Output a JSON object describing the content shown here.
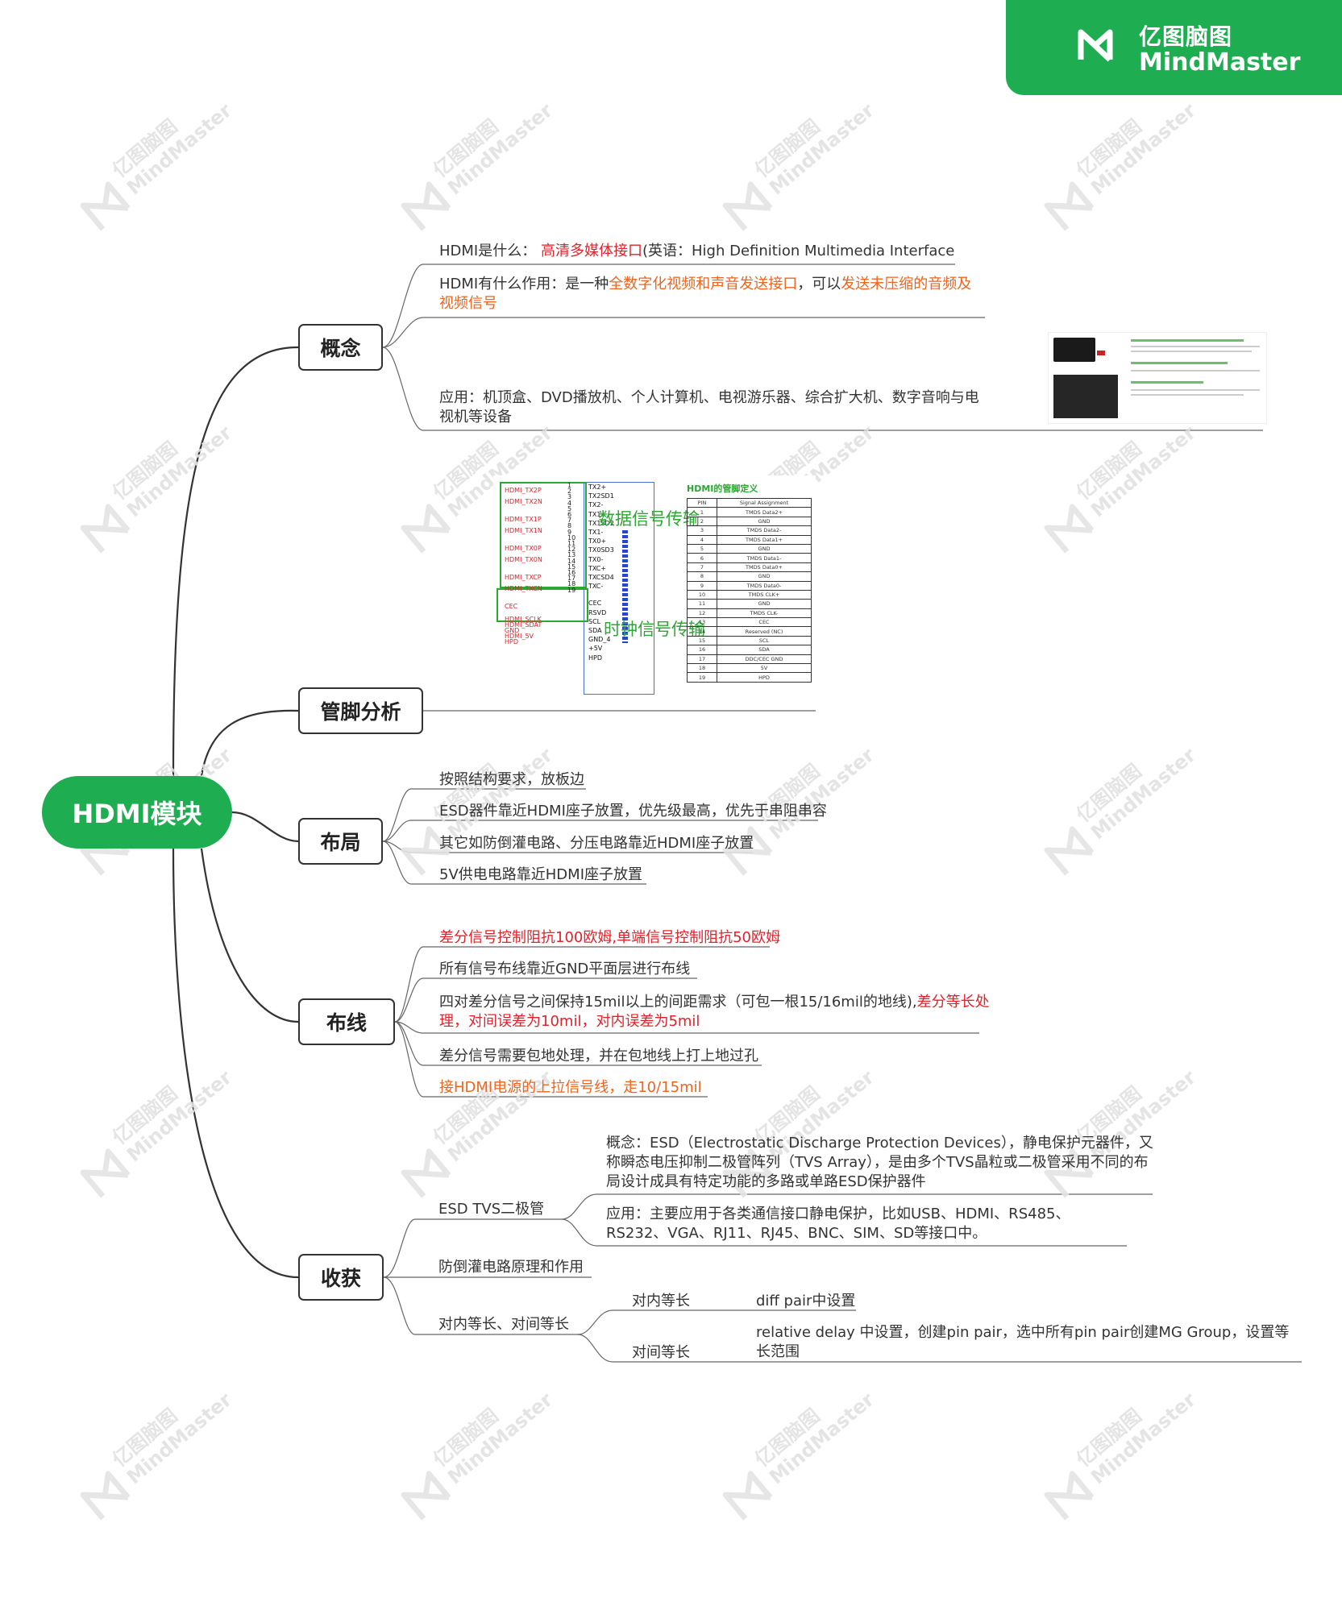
{
  "brand": {
    "name_cn": "亿图脑图",
    "name_en": "MindMaster",
    "colors": {
      "accent": "#1fad52",
      "red": "#e5202a",
      "orange": "#f0641e",
      "figure_green": "#2aa832"
    }
  },
  "watermark": {
    "line1": "亿图脑图",
    "line2": "MindMaster",
    "icon": "mindmaster-logo-icon"
  },
  "root": {
    "label": "HDMI模块"
  },
  "concept": {
    "label": "概念",
    "what_prefix": "HDMI是什么：",
    "what_highlight": "高清多媒体接口",
    "what_suffix": "(英语：High Definition Multimedia Interface",
    "use_prefix": "HDMI有什么作用：是一种",
    "use_hl1": "全数字化视频和声音发送接口",
    "use_mid": "，可以",
    "use_hl2": "发送未压缩的音频及视频信号",
    "apps": "应用：机顶盒、DVD播放机、个人计算机、电视游乐器、综合扩大机、数字音响与电视机等设备"
  },
  "pins": {
    "label": "管脚分析",
    "table_title": "HDMI的管脚定义",
    "header_pin": "PIN",
    "header_sig": "Signal Assignment",
    "rows": [
      [
        "1",
        "TMDS Data2+"
      ],
      [
        "2",
        "GND"
      ],
      [
        "3",
        "TMDS Data2-"
      ],
      [
        "4",
        "TMDS Data1+"
      ],
      [
        "5",
        "GND"
      ],
      [
        "6",
        "TMDS Data1-"
      ],
      [
        "7",
        "TMDS Data0+"
      ],
      [
        "8",
        "GND"
      ],
      [
        "9",
        "TMDS Data0-"
      ],
      [
        "10",
        "TMDS CLK+"
      ],
      [
        "11",
        "GND"
      ],
      [
        "12",
        "TMDS CLK-"
      ],
      [
        "13",
        "CEC"
      ],
      [
        "14",
        "Reserved (NC)"
      ],
      [
        "15",
        "SCL"
      ],
      [
        "16",
        "SDA"
      ],
      [
        "17",
        "DDC/CEC GND"
      ],
      [
        "18",
        "5V"
      ],
      [
        "19",
        "HPD"
      ]
    ],
    "data_label": "数据信号传输",
    "clock_label": "时钟信号传输",
    "nets": [
      "HDMI_TX2P",
      "HDMI_TX2N",
      "HDMI_TX1P",
      "HDMI_TX1N",
      "HDMI_TX0P",
      "HDMI_TX0N",
      "HDMI_TXCP",
      "HDMI_TXCN",
      "CEC",
      "HDMI_SCLK",
      "HDMI_SDAT",
      "GND",
      "HDMI_5V",
      "HPD"
    ],
    "signals": [
      "TX2+",
      "TX2SD1",
      "TX2-",
      "TX1+",
      "TX1SD2",
      "TX1-",
      "TX0+",
      "TX0SD3",
      "TX0-",
      "TXC+",
      "TXCSD4",
      "TXC-",
      "CEC",
      "RSVD",
      "SCL",
      "SDA",
      "GND_4",
      "+5V",
      "HPD"
    ]
  },
  "layout": {
    "label": "布局",
    "items": [
      "按照结构要求，放板边",
      "ESD器件靠近HDMI座子放置，优先级最高，优先于串阻串容",
      "其它如防倒灌电路、分压电路靠近HDMI座子放置",
      "5V供电电路靠近HDMI座子放置"
    ]
  },
  "routing": {
    "label": "布线",
    "item1": "差分信号控制阻抗100欧姆,单端信号控制阻抗50欧姆",
    "item2": "所有信号布线靠近GND平面层进行布线",
    "item3_prefix": "四对差分信号之间保持15mil以上的间距需求（可包一根15/16mil的地线),",
    "item3_highlight": "差分等长处理，对间误差为10mil，对内误差为5mil",
    "item4": "差分信号需要包地处理，并在包地线上打上地过孔",
    "item5": "接HDMI电源的上拉信号线，走10/15mil"
  },
  "harvest": {
    "label": "收获",
    "esd": {
      "label": "ESD TVS二极管",
      "concept": "概念：ESD（Electrostatic Discharge Protection Devices），静电保护元器件，又称瞬态电压抑制二极管阵列（TVS Array），是由多个TVS晶粒或二极管采用不同的布局设计成具有特定功能的多路或单路ESD保护器件",
      "application": "应用：主要应用于各类通信接口静电保护，比如USB、HDMI、RS485、RS232、VGA、RJ11、RJ45、BNC、SIM、SD等接口中。"
    },
    "backflow": "防倒灌电路原理和作用",
    "length": {
      "label": "对内等长、对间等长",
      "intra": "对内等长",
      "intra_detail": "diff pair中设置",
      "inter": "对间等长",
      "inter_detail": "relative delay 中设置，创建pin pair，选中所有pin pair创建MG Group，设置等长范围"
    }
  }
}
